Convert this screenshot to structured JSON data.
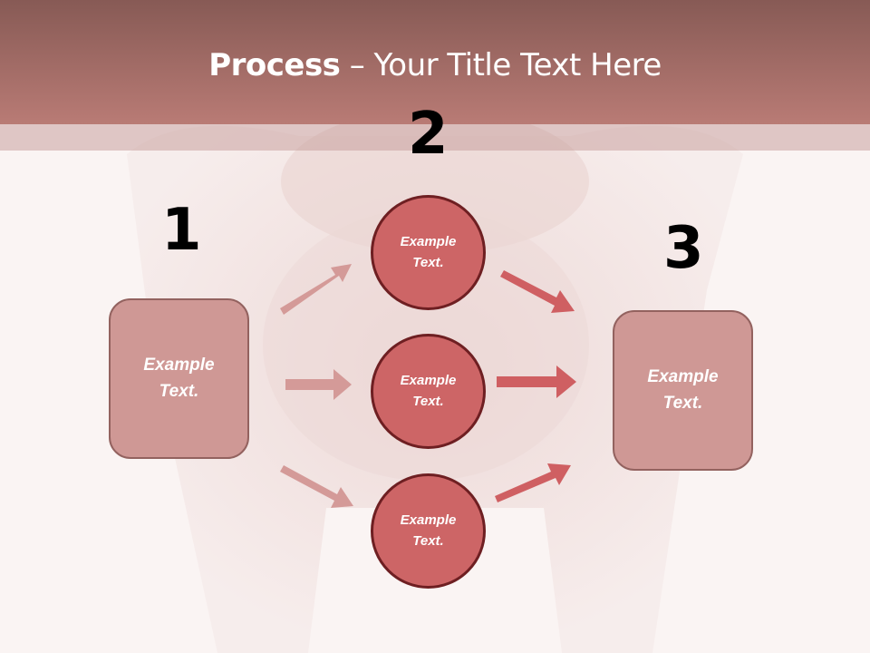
{
  "title": {
    "bold": "Process",
    "rest": " – Your Title Text Here"
  },
  "steps": [
    {
      "number": "1",
      "label": "Example\nText."
    },
    {
      "number": "2",
      "circles": [
        {
          "label": "Example Text."
        },
        {
          "label": "Example Text."
        },
        {
          "label": "Example Text."
        }
      ]
    },
    {
      "number": "3",
      "label": "Example\nText."
    }
  ],
  "box_left": {
    "line1": "Example",
    "line2": "Text."
  },
  "box_right": {
    "line1": "Example",
    "line2": "Text."
  },
  "circle_top": {
    "line1": "Example",
    "line2": "Text."
  },
  "circle_mid": {
    "line1": "Example",
    "line2": "Text."
  },
  "circle_bottom": {
    "line1": "Example",
    "line2": "Text."
  },
  "numbers": {
    "one": "1",
    "two": "2",
    "three": "3"
  },
  "colors": {
    "header_top": "#875a55",
    "header_bottom": "#b97b75",
    "box_fill": "#cf9895",
    "circle_fill": "#cd6566",
    "circle_border": "#6e1f22",
    "arrow_light": "#d49a98",
    "arrow_dark": "#cf5f62"
  }
}
